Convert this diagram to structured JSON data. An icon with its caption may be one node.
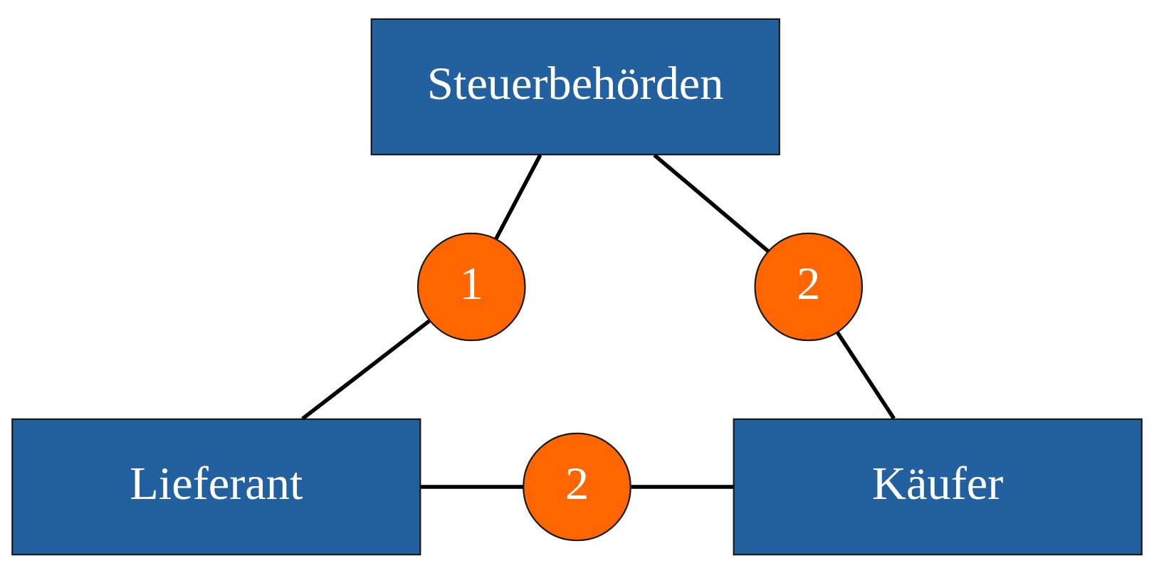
{
  "diagram": {
    "nodes": [
      {
        "text": [
          "Steuerbehörden"
        ]
      },
      {
        "text": [
          "1"
        ]
      },
      {
        "text": [
          "2"
        ]
      },
      {
        "text": [
          "Lieferant"
        ]
      },
      {
        "text": [
          "2"
        ]
      },
      {
        "text": [
          "Käufer"
        ]
      }
    ],
    "edges": [
      {
        "from": 0,
        "to": 1,
        "arrow": "none"
      },
      {
        "from": 1,
        "to": 3,
        "arrow": "none"
      },
      {
        "from": 0,
        "to": 2,
        "arrow": "none"
      },
      {
        "from": 2,
        "to": 5,
        "arrow": "none"
      },
      {
        "from": 3,
        "to": 4,
        "arrow": "none"
      },
      {
        "from": 4,
        "to": 5,
        "arrow": "none"
      }
    ]
  }
}
